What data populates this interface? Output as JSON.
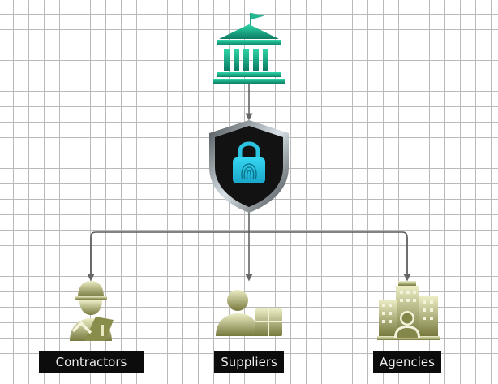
{
  "diagram": {
    "hub": {
      "top_icon": "government-building-icon",
      "center_icon": "security-shield-lock-icon"
    },
    "nodes": [
      {
        "icon": "construction-worker-icon",
        "label": "Contractors"
      },
      {
        "icon": "supplier-boxes-icon",
        "label": "Suppliers"
      },
      {
        "icon": "office-buildings-person-icon",
        "label": "Agencies"
      }
    ],
    "colors": {
      "teal_light": "#2ecfa4",
      "teal_dark": "#0f8468",
      "olive_light": "#e7e8bb",
      "olive_dark": "#7a7c40",
      "shield_dark": "#121212",
      "lock_blue": "#27c6e6",
      "connector": "#555555",
      "label_bg": "#0c0c0c"
    }
  }
}
